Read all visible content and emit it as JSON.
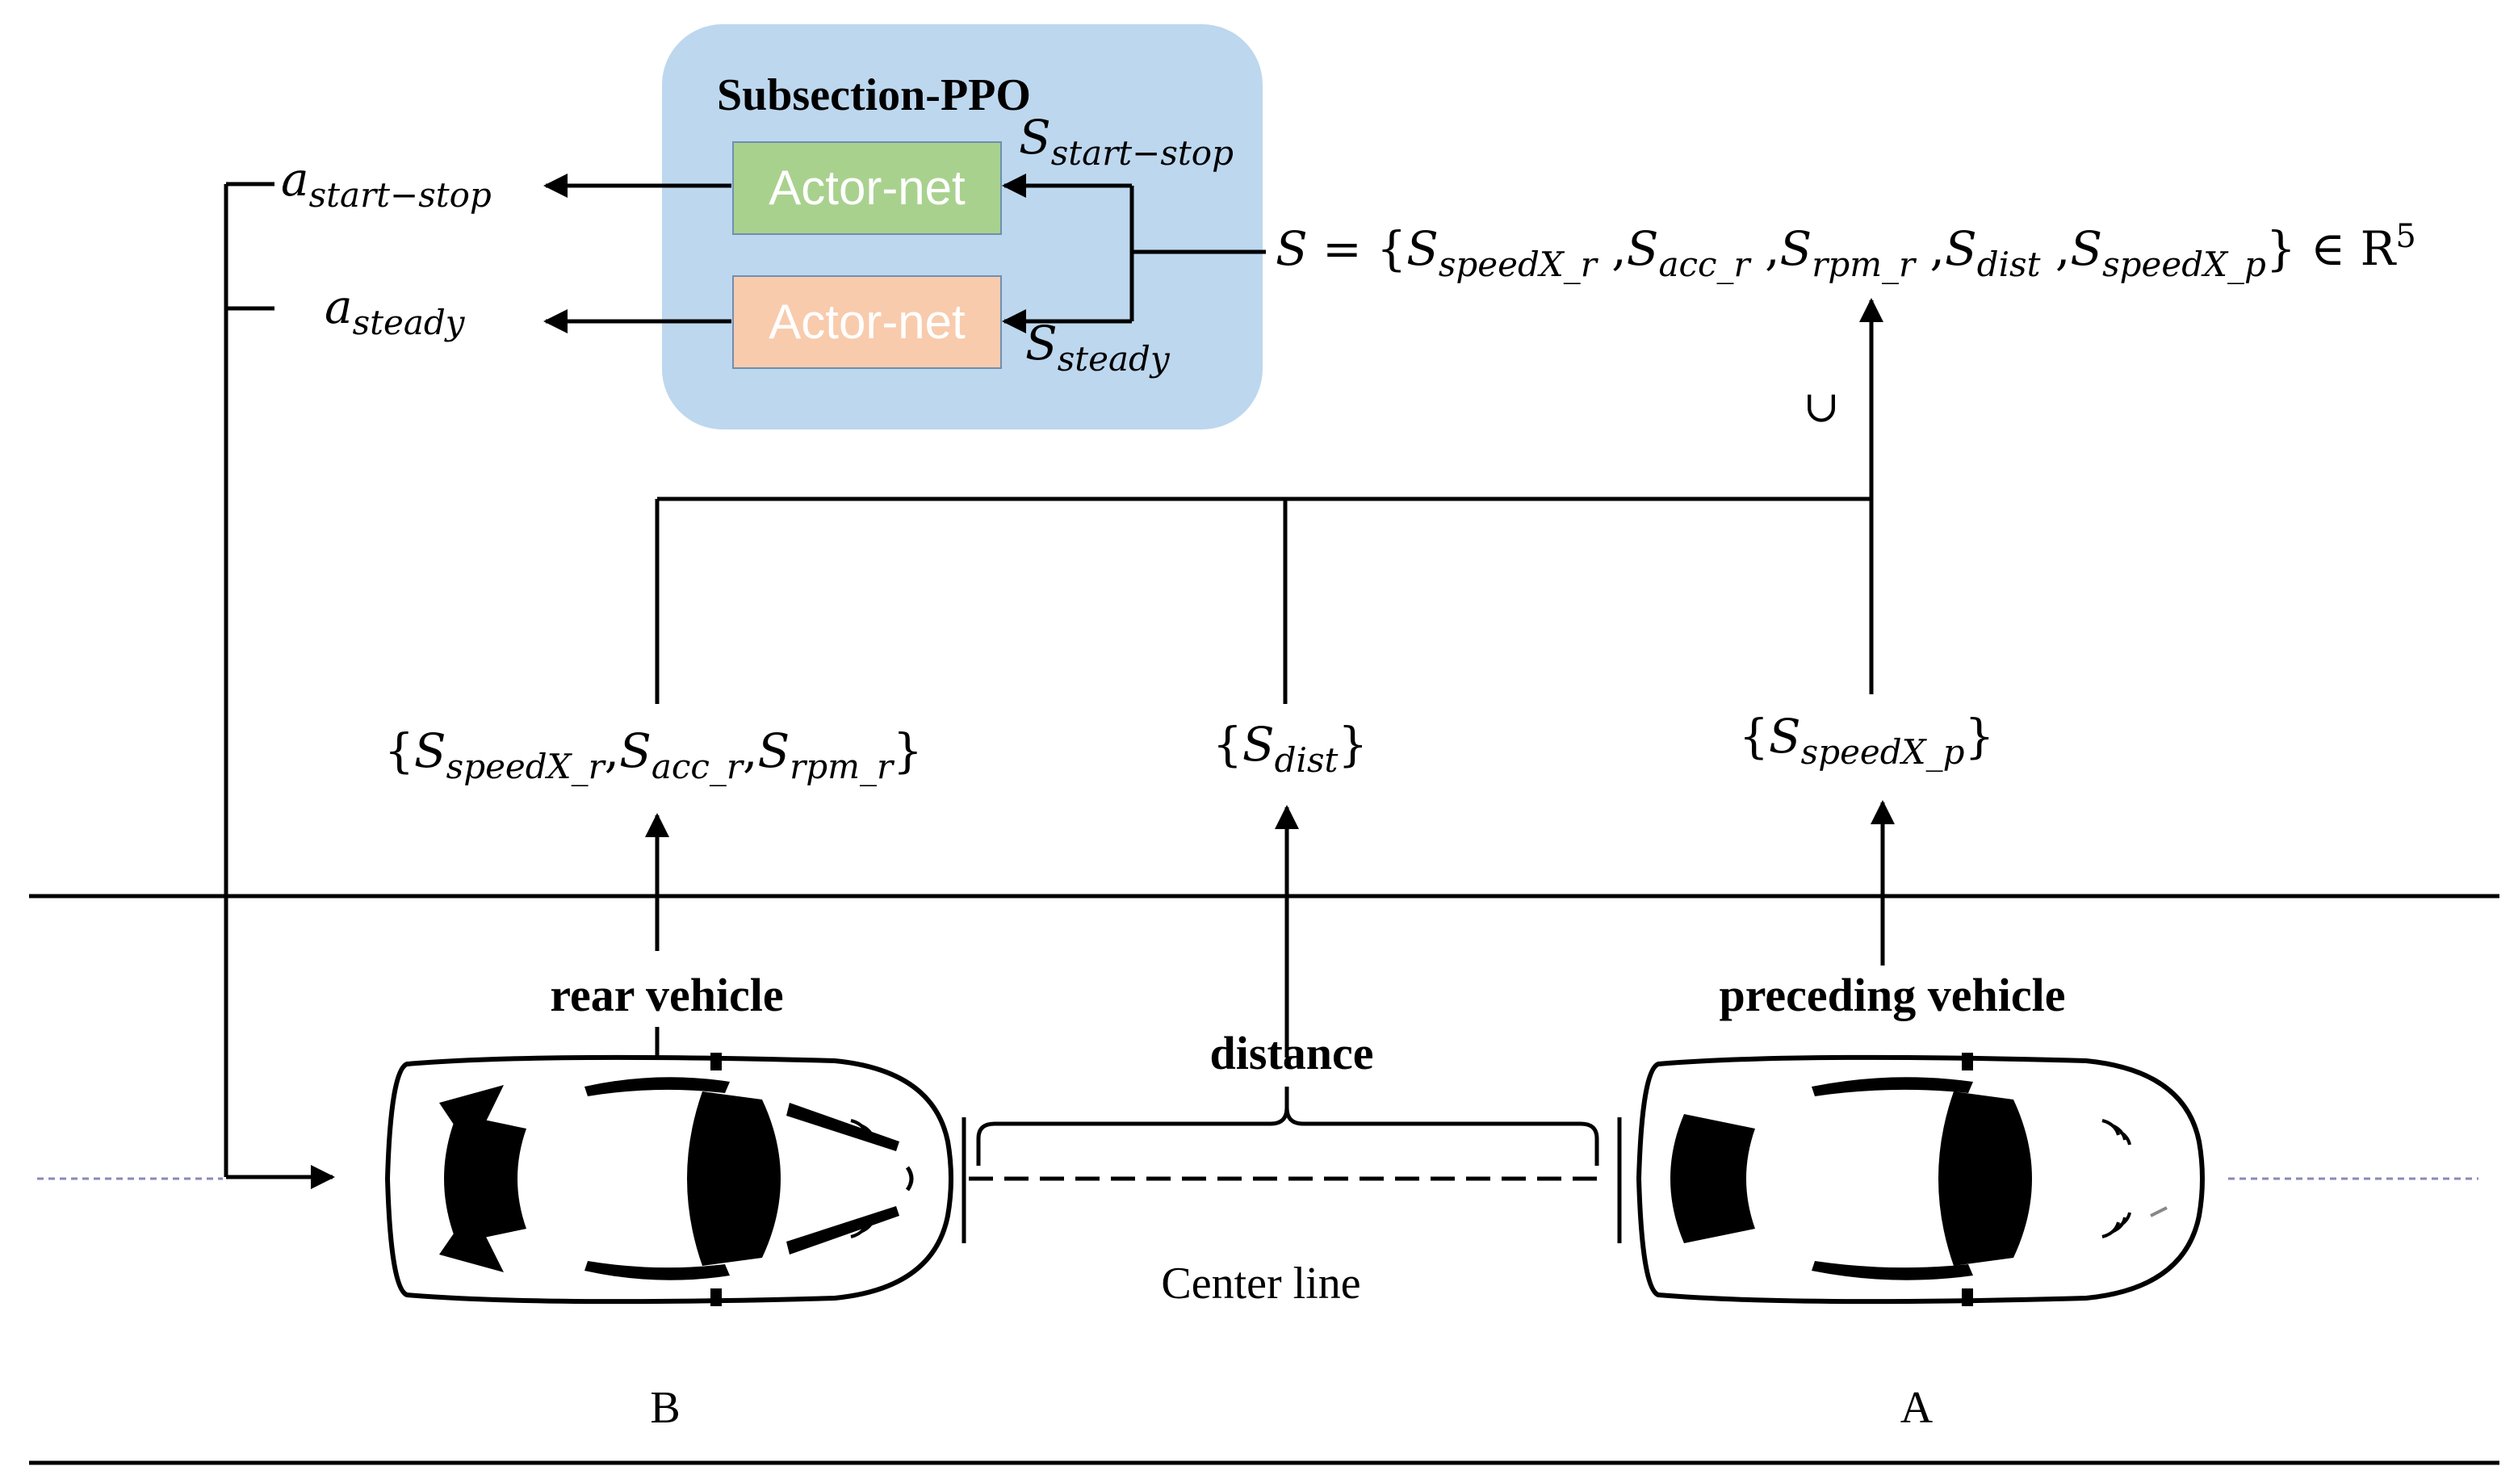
{
  "ppo": {
    "title": "Subsection-PPO",
    "actor_top_label": "Actor-net",
    "actor_bottom_label": "Actor-net"
  },
  "states": {
    "start_stop_sub": "start−stop",
    "steady_sub": "steady",
    "full_S": "S",
    "full_eq": " = {",
    "full_sub1": "speedX_r",
    "full_sub2": "acc_r",
    "full_sub3": "rpm_r",
    "full_sub4": "dist",
    "full_sub5": "speedX_p",
    "full_tail": "} ∈ R",
    "full_exp": "5",
    "union": "∪",
    "rear_sub1": "speedX_r",
    "rear_sub2": "acc_r",
    "rear_sub3": "rpm_r",
    "dist_sub": "dist",
    "pre_sub": "speedX_p",
    "sym_S": "S",
    "sep": " ,",
    "comma": ",",
    "open": "{",
    "close": "}"
  },
  "actions": {
    "sym_a": "a",
    "start_stop_sub": "start−stop",
    "steady_sub": "steady"
  },
  "road": {
    "rear_label": "rear vehicle",
    "preceding_label": "preceding vehicle",
    "distance_label": "distance",
    "center_line_label": "Center line",
    "rear_letter": "B",
    "preceding_letter": "A"
  },
  "colors": {
    "ppo_box": "#bdd7ee",
    "actor_top": "#a9d18e",
    "actor_bottom": "#f8cbad",
    "actor_border": "#6f8fb0",
    "center_line": "#8a8ab8"
  }
}
